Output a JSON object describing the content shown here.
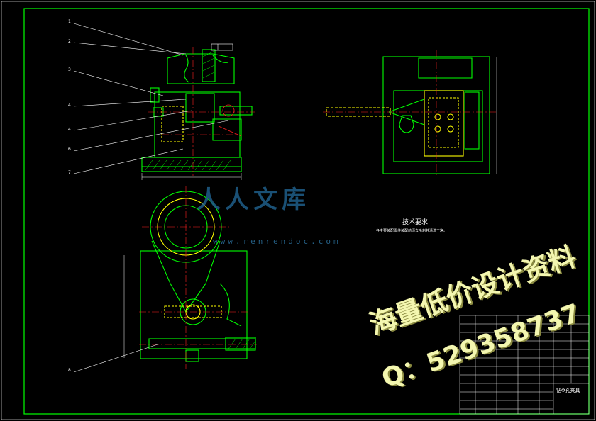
{
  "technical_requirements": {
    "title": "技术要求",
    "body": "各主要装配零件装配前须去毛刺并清洗干净。"
  },
  "watermark": {
    "logo_text": "人人文库",
    "url": "www.renrendoc.com"
  },
  "advert": {
    "line1": "海量低价设计资料",
    "line2": "Q：529358737"
  },
  "title_block": {
    "drawing_name": "钻Φ孔夹具"
  },
  "part_labels": [
    "1",
    "2",
    "3",
    "4",
    "4",
    "6",
    "7",
    "8"
  ],
  "colors": {
    "border": "#00ff00",
    "outline": "#00ff00",
    "center_line": "#ff2020",
    "dimension": "#ffffff",
    "hidden_line": "#ffff00",
    "watermark": "#1f5f8a",
    "advert": "#f4f7b0"
  }
}
